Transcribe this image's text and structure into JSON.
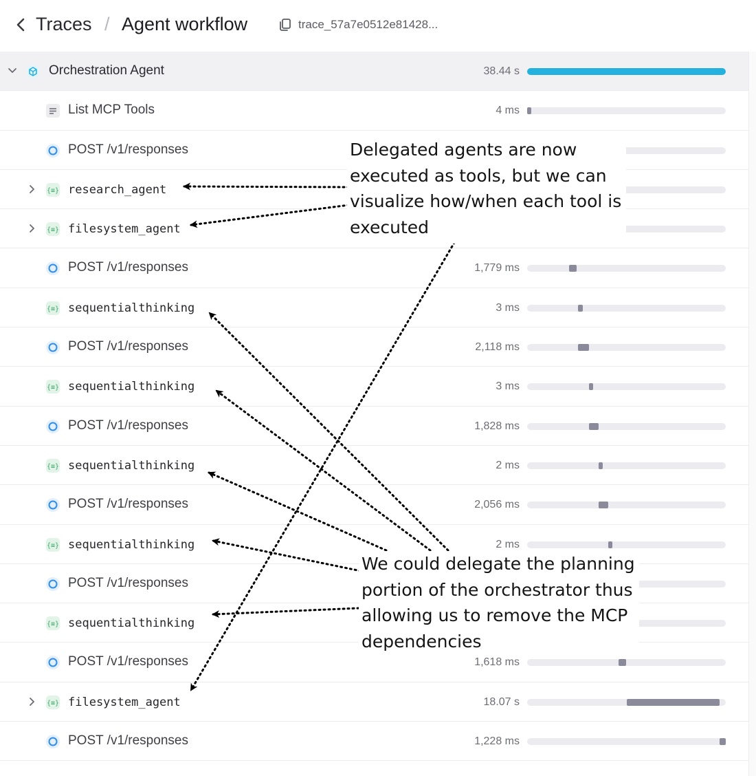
{
  "header": {
    "breadcrumb_parent": "Traces",
    "separator": "/",
    "title": "Agent workflow",
    "trace_id": "trace_57a7e0512e81428..."
  },
  "colors": {
    "root_bar": "#25b1de",
    "span_bar": "#8b8a9b",
    "track": "#ececf0",
    "response_icon": "#2f8fe8",
    "function_icon": "#3fa86b",
    "agent_icon": "#25b1de"
  },
  "rows": [
    {
      "label": "Orchestration Agent",
      "icon": "agent-icon",
      "duration": "38.44 s",
      "expandable": true,
      "expanded": true,
      "level": 0,
      "mono": false,
      "bar": {
        "start": 0.0,
        "end": 1.0
      }
    },
    {
      "label": "List MCP Tools",
      "icon": "list-icon",
      "duration": "4 ms",
      "expandable": false,
      "level": 1,
      "mono": false,
      "bar": {
        "start": 0.0,
        "end": 0.02
      }
    },
    {
      "label": "POST /v1/responses",
      "icon": "response-icon",
      "duration": "",
      "expandable": false,
      "level": 1,
      "mono": false,
      "bar": null
    },
    {
      "label": "research_agent",
      "icon": "function-icon",
      "duration": "",
      "expandable": true,
      "level": 1,
      "mono": true,
      "bar": null
    },
    {
      "label": "filesystem_agent",
      "icon": "function-icon",
      "duration": "",
      "expandable": true,
      "level": 1,
      "mono": true,
      "bar": null
    },
    {
      "label": "POST /v1/responses",
      "icon": "response-icon",
      "duration": "1,779 ms",
      "expandable": false,
      "level": 1,
      "mono": false,
      "bar": {
        "start": 0.21,
        "end": 0.25
      }
    },
    {
      "label": "sequentialthinking",
      "icon": "function-icon",
      "duration": "3 ms",
      "expandable": false,
      "level": 1,
      "mono": true,
      "bar": {
        "start": 0.255,
        "end": 0.28
      }
    },
    {
      "label": "POST /v1/responses",
      "icon": "response-icon",
      "duration": "2,118 ms",
      "expandable": false,
      "level": 1,
      "mono": false,
      "bar": {
        "start": 0.255,
        "end": 0.31
      }
    },
    {
      "label": "sequentialthinking",
      "icon": "function-icon",
      "duration": "3 ms",
      "expandable": false,
      "level": 1,
      "mono": true,
      "bar": {
        "start": 0.31,
        "end": 0.33
      }
    },
    {
      "label": "POST /v1/responses",
      "icon": "response-icon",
      "duration": "1,828 ms",
      "expandable": false,
      "level": 1,
      "mono": false,
      "bar": {
        "start": 0.31,
        "end": 0.36
      }
    },
    {
      "label": "sequentialthinking",
      "icon": "function-icon",
      "duration": "2 ms",
      "expandable": false,
      "level": 1,
      "mono": true,
      "bar": {
        "start": 0.36,
        "end": 0.38
      }
    },
    {
      "label": "POST /v1/responses",
      "icon": "response-icon",
      "duration": "2,056 ms",
      "expandable": false,
      "level": 1,
      "mono": false,
      "bar": {
        "start": 0.36,
        "end": 0.41
      }
    },
    {
      "label": "sequentialthinking",
      "icon": "function-icon",
      "duration": "2 ms",
      "expandable": false,
      "level": 1,
      "mono": true,
      "bar": {
        "start": 0.41,
        "end": 0.43
      }
    },
    {
      "label": "POST /v1/responses",
      "icon": "response-icon",
      "duration": "",
      "expandable": false,
      "level": 1,
      "mono": false,
      "bar": null
    },
    {
      "label": "sequentialthinking",
      "icon": "function-icon",
      "duration": "",
      "expandable": false,
      "level": 1,
      "mono": true,
      "bar": null
    },
    {
      "label": "POST /v1/responses",
      "icon": "response-icon",
      "duration": "1,618 ms",
      "expandable": false,
      "level": 1,
      "mono": false,
      "bar": {
        "start": 0.46,
        "end": 0.5
      }
    },
    {
      "label": "filesystem_agent",
      "icon": "function-icon",
      "duration": "18.07 s",
      "expandable": true,
      "level": 1,
      "mono": true,
      "bar": {
        "start": 0.5,
        "end": 0.97
      }
    },
    {
      "label": "POST /v1/responses",
      "icon": "response-icon",
      "duration": "1,228 ms",
      "expandable": false,
      "level": 1,
      "mono": false,
      "bar": {
        "start": 0.97,
        "end": 1.0
      }
    }
  ],
  "annotations": {
    "top": [
      "Delegated agents are now",
      "executed as tools, but we can",
      "visualize how/when each tool is",
      "executed"
    ],
    "bottom": [
      "We could delegate the planning",
      "portion of the orchestrator thus",
      "allowing us to remove the MCP",
      "dependencies"
    ]
  }
}
